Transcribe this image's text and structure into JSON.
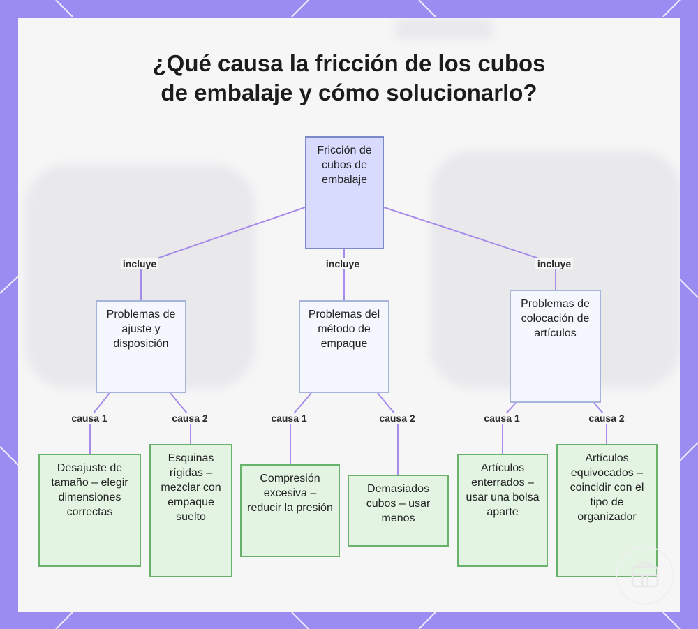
{
  "title_lines": [
    "¿Qué causa la fricción de los cubos",
    "de embalaje y cómo solucionarlo?"
  ],
  "root": {
    "label": "Fricción de cubos de embalaje"
  },
  "edge_include": "incluye",
  "edge_cause1": "causa 1",
  "edge_cause2": "causa 2",
  "categories": [
    {
      "label": "Problemas de ajuste y disposición",
      "causes": [
        "Desajuste de tamaño – elegir dimensiones correctas",
        "Esquinas rígidas – mezclar con empaque suelto"
      ]
    },
    {
      "label": "Problemas del método de empaque",
      "causes": [
        "Compresión excesiva – reducir la presión",
        "Demasiados cubos – usar menos"
      ]
    },
    {
      "label": "Problemas de colocación de artículos",
      "causes": [
        "Artículos enterrados – usar una bolsa aparte",
        "Artículos equivocados – coincidir con el tipo de organizador"
      ]
    }
  ],
  "colors": {
    "frame": "#9b8cf2",
    "edge": "#a78bea",
    "root_fill": "#d8dbfd",
    "category_fill": "#f5f7ff",
    "leaf_fill": "#e3f4e3",
    "leaf_border": "#69b26c"
  },
  "icons": {
    "corner_logo": "suitcase-logo-icon"
  }
}
